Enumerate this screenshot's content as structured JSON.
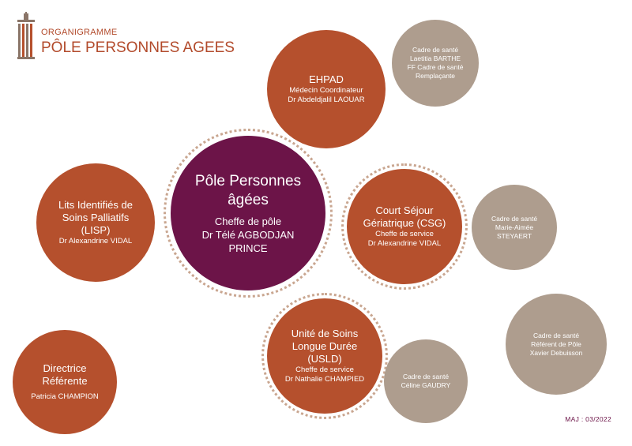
{
  "header": {
    "subtitle": "ORGANIGRAMME",
    "title": "PÔLE PERSONNES AGEES",
    "logo_icon": "hospital-building-logo"
  },
  "colors": {
    "rust": "#b5502d",
    "taupe": "#ae9d8e",
    "plum": "#6c1448",
    "dotted": "#c9a690"
  },
  "pole": {
    "title": "Pôle Personnes âgées",
    "role": "Cheffe de pôle",
    "name": "Dr Télé AGBODJAN PRINCE"
  },
  "ehpad": {
    "title": "EHPAD",
    "role": "Médecin Coordinateur",
    "name": "Dr Abdeldjalil LAOUAR"
  },
  "ehpad_cadre": {
    "role": "Cadre de santé",
    "name": "Laetitia BARTHE",
    "role2": "FF Cadre de santé",
    "name2": "Remplaçante"
  },
  "lisp": {
    "title": "Lits Identifiés de Soins Palliatifs (LISP)",
    "name": "Dr Alexandrine VIDAL"
  },
  "csg": {
    "title": "Court Séjour Gériatrique (CSG)",
    "role": "Cheffe de service",
    "name": "Dr Alexandrine VIDAL"
  },
  "csg_cadre": {
    "role": "Cadre de santé",
    "name": "Marie-Aimée STEYAERT"
  },
  "usld": {
    "title": "Unité de Soins Longue Durée (USLD)",
    "role": "Cheffe de service",
    "name": "Dr Nathalie CHAMPIED"
  },
  "usld_cadre": {
    "role": "Cadre de santé",
    "name": "Céline GAUDRY"
  },
  "referent_cadre": {
    "role": "Cadre de santé",
    "role2": "Référent de Pôle",
    "name": "Xavier Debuisson"
  },
  "directrice": {
    "title": "Directrice Référente",
    "name": "Patricia CHAMPION"
  },
  "footer": "MAJ : 03/2022"
}
